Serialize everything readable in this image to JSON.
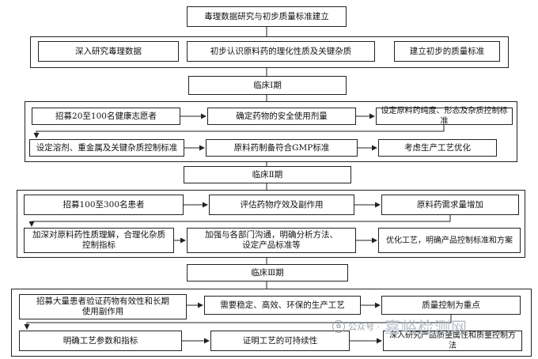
{
  "top": {
    "title": "毒理数据研究与初步质量标准建立",
    "items": [
      "深入研究毒理数据",
      "初步认识原料药的理化性质及关键杂质",
      "建立初步的质量标准"
    ]
  },
  "phase1": {
    "title": "临床Ⅰ期",
    "row1": [
      "招募20至100名健康志愿者",
      "确定药物的安全使用剂量",
      "设定原料药纯度、形态及杂质控制标准"
    ],
    "row2": [
      "设定溶剂、重金属及关键杂质控制标准",
      "原料药制备符合GMP标准",
      "考虑生产工艺优化"
    ]
  },
  "phase2": {
    "title": "临床Ⅱ期",
    "row1": [
      "招募100至300名患者",
      "评估药物疗效及副作用",
      "原料药需求量增加"
    ],
    "row2_a_line1": "加深对原料药性质理解，合理化杂质",
    "row2_a_line2": "控制指标",
    "row2_b_line1": "加强与各部门沟通，明确分析方法、",
    "row2_b_line2": "设定产品标准等",
    "row2_c": "优化工艺，明确产品控制标准和方案"
  },
  "phase3": {
    "title": "临床Ⅲ期",
    "row1_a_line1": "招募大量患者验证药物有效性和长期",
    "row1_a_line2": "使用副作用",
    "row1_b": "需要稳定、高效、环保的生产工艺",
    "row1_c": "质量控制为重点",
    "row2": [
      "明确工艺参数和指标",
      "证明工艺的可持续性",
      "深入研究产品质量属性和质量控制方法"
    ]
  },
  "watermark": {
    "account": "公众号 ·",
    "brand": "嘉峪检测网"
  }
}
